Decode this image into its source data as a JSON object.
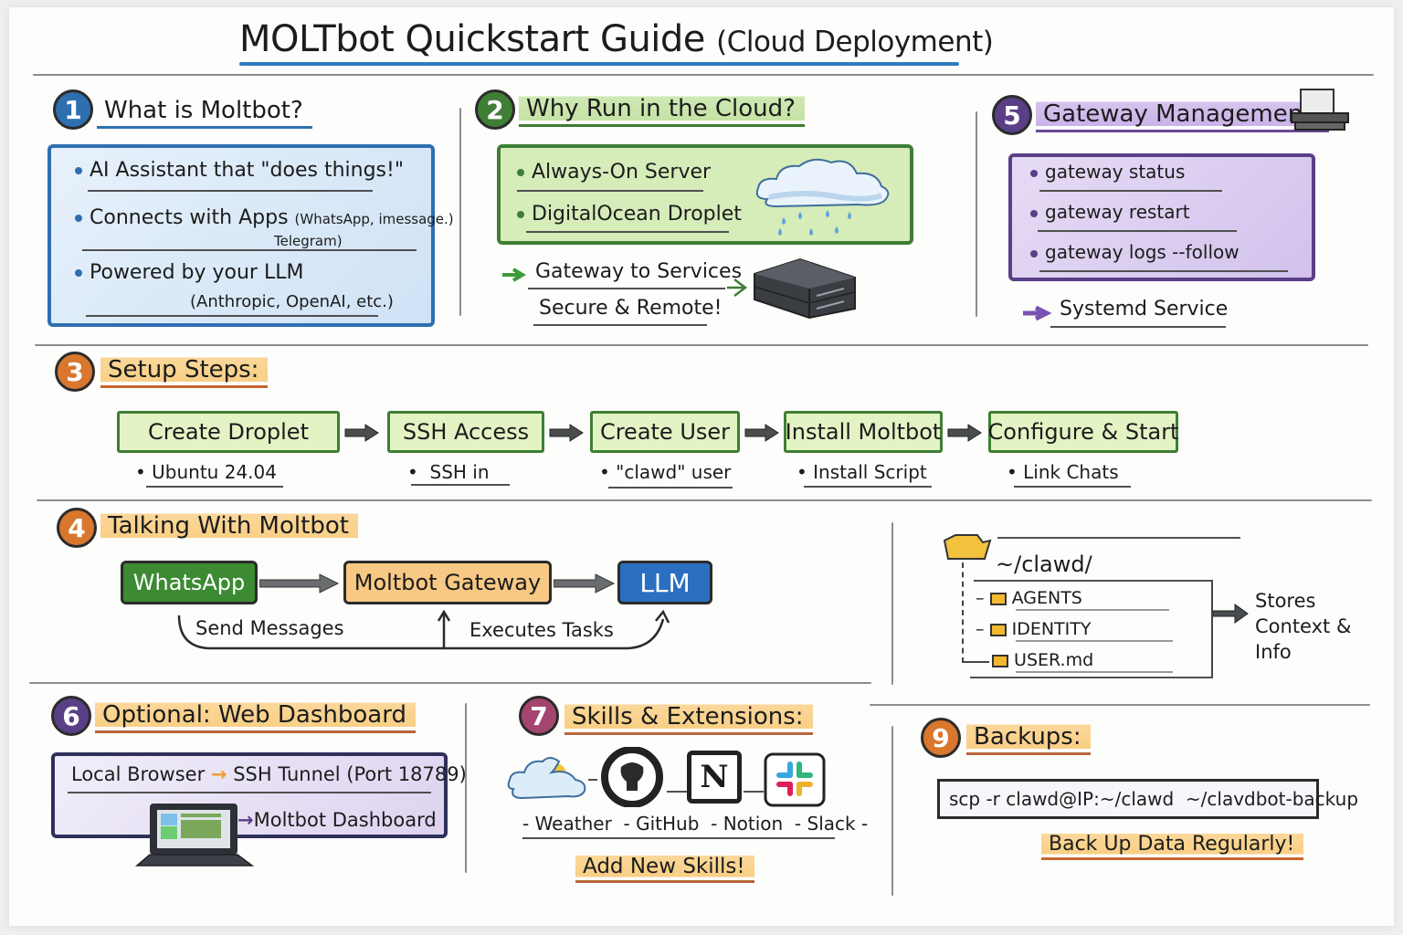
{
  "title": {
    "main": "MOLTbot Quickstart Guide",
    "sub": "(Cloud Deployment)"
  },
  "colors": {
    "blue": "#2e6fb0",
    "green": "#3f7e35",
    "purple": "#5a3f86",
    "orange": "#d9772f",
    "magenta": "#a4456f"
  },
  "sections": {
    "what": {
      "number": "1",
      "title": "What is Moltbot?",
      "items": [
        {
          "text": "AI Assistant that \"does things!\""
        },
        {
          "text": "Connects with Apps",
          "note": "(WhatsApp, imessage.)",
          "note2": "Telegram)"
        },
        {
          "text": "Powered by your LLM",
          "note": "(Anthropic, OpenAI, etc.)"
        }
      ]
    },
    "cloud": {
      "number": "2",
      "title": "Why Run in the Cloud?",
      "items": [
        "Always-On Server",
        "DigitalOcean Droplet"
      ],
      "gateway": "Gateway to Services",
      "secure": "Secure & Remote!",
      "icons": {
        "cloud": "rain-cloud-icon",
        "server": "server-icon"
      }
    },
    "gateway_mgmt": {
      "number": "5",
      "title": "Gateway Management:",
      "commands": [
        "gateway status",
        "gateway restart",
        "gateway logs --follow"
      ],
      "systemd": "Systemd Service"
    },
    "setup": {
      "number": "3",
      "title": "Setup Steps:",
      "steps": [
        {
          "label": "Create Droplet",
          "sub": "Ubuntu 24.04"
        },
        {
          "label": "SSH Access",
          "sub": "SSH in"
        },
        {
          "label": "Create User",
          "sub": "\"clawd\" user"
        },
        {
          "label": "Install Moltbot",
          "sub": "Install Script"
        },
        {
          "label": "Configure & Start",
          "sub": "Link Chats"
        }
      ]
    },
    "talking": {
      "number": "4",
      "title": "Talking With Moltbot",
      "nodes": [
        "WhatsApp",
        "Moltbot Gateway",
        "LLM"
      ],
      "send": "Send Messages",
      "executes": "Executes Tasks"
    },
    "files": {
      "folder": "~/clawd/",
      "entries": [
        "AGENTS",
        "IDENTITY",
        "USER.md"
      ],
      "stores": [
        "Stores",
        "Context &",
        "Info"
      ]
    },
    "dashboard": {
      "number": "6",
      "title": "Optional: Web Dashboard",
      "local": "Local Browser",
      "tunnel": "SSH Tunnel (Port 18789)",
      "dashboard": "Moltbot Dashboard"
    },
    "skills": {
      "number": "7",
      "title": "Skills & Extensions:",
      "items": [
        "Weather",
        "GitHub",
        "Notion",
        "Slack"
      ],
      "add": "Add New Skills!"
    },
    "backups": {
      "number": "9",
      "title": "Backups:",
      "command": "scp -r clawd@IP:~/clawd  ~/clavdbot-backup",
      "note": "Back Up Data Regularly!"
    }
  }
}
